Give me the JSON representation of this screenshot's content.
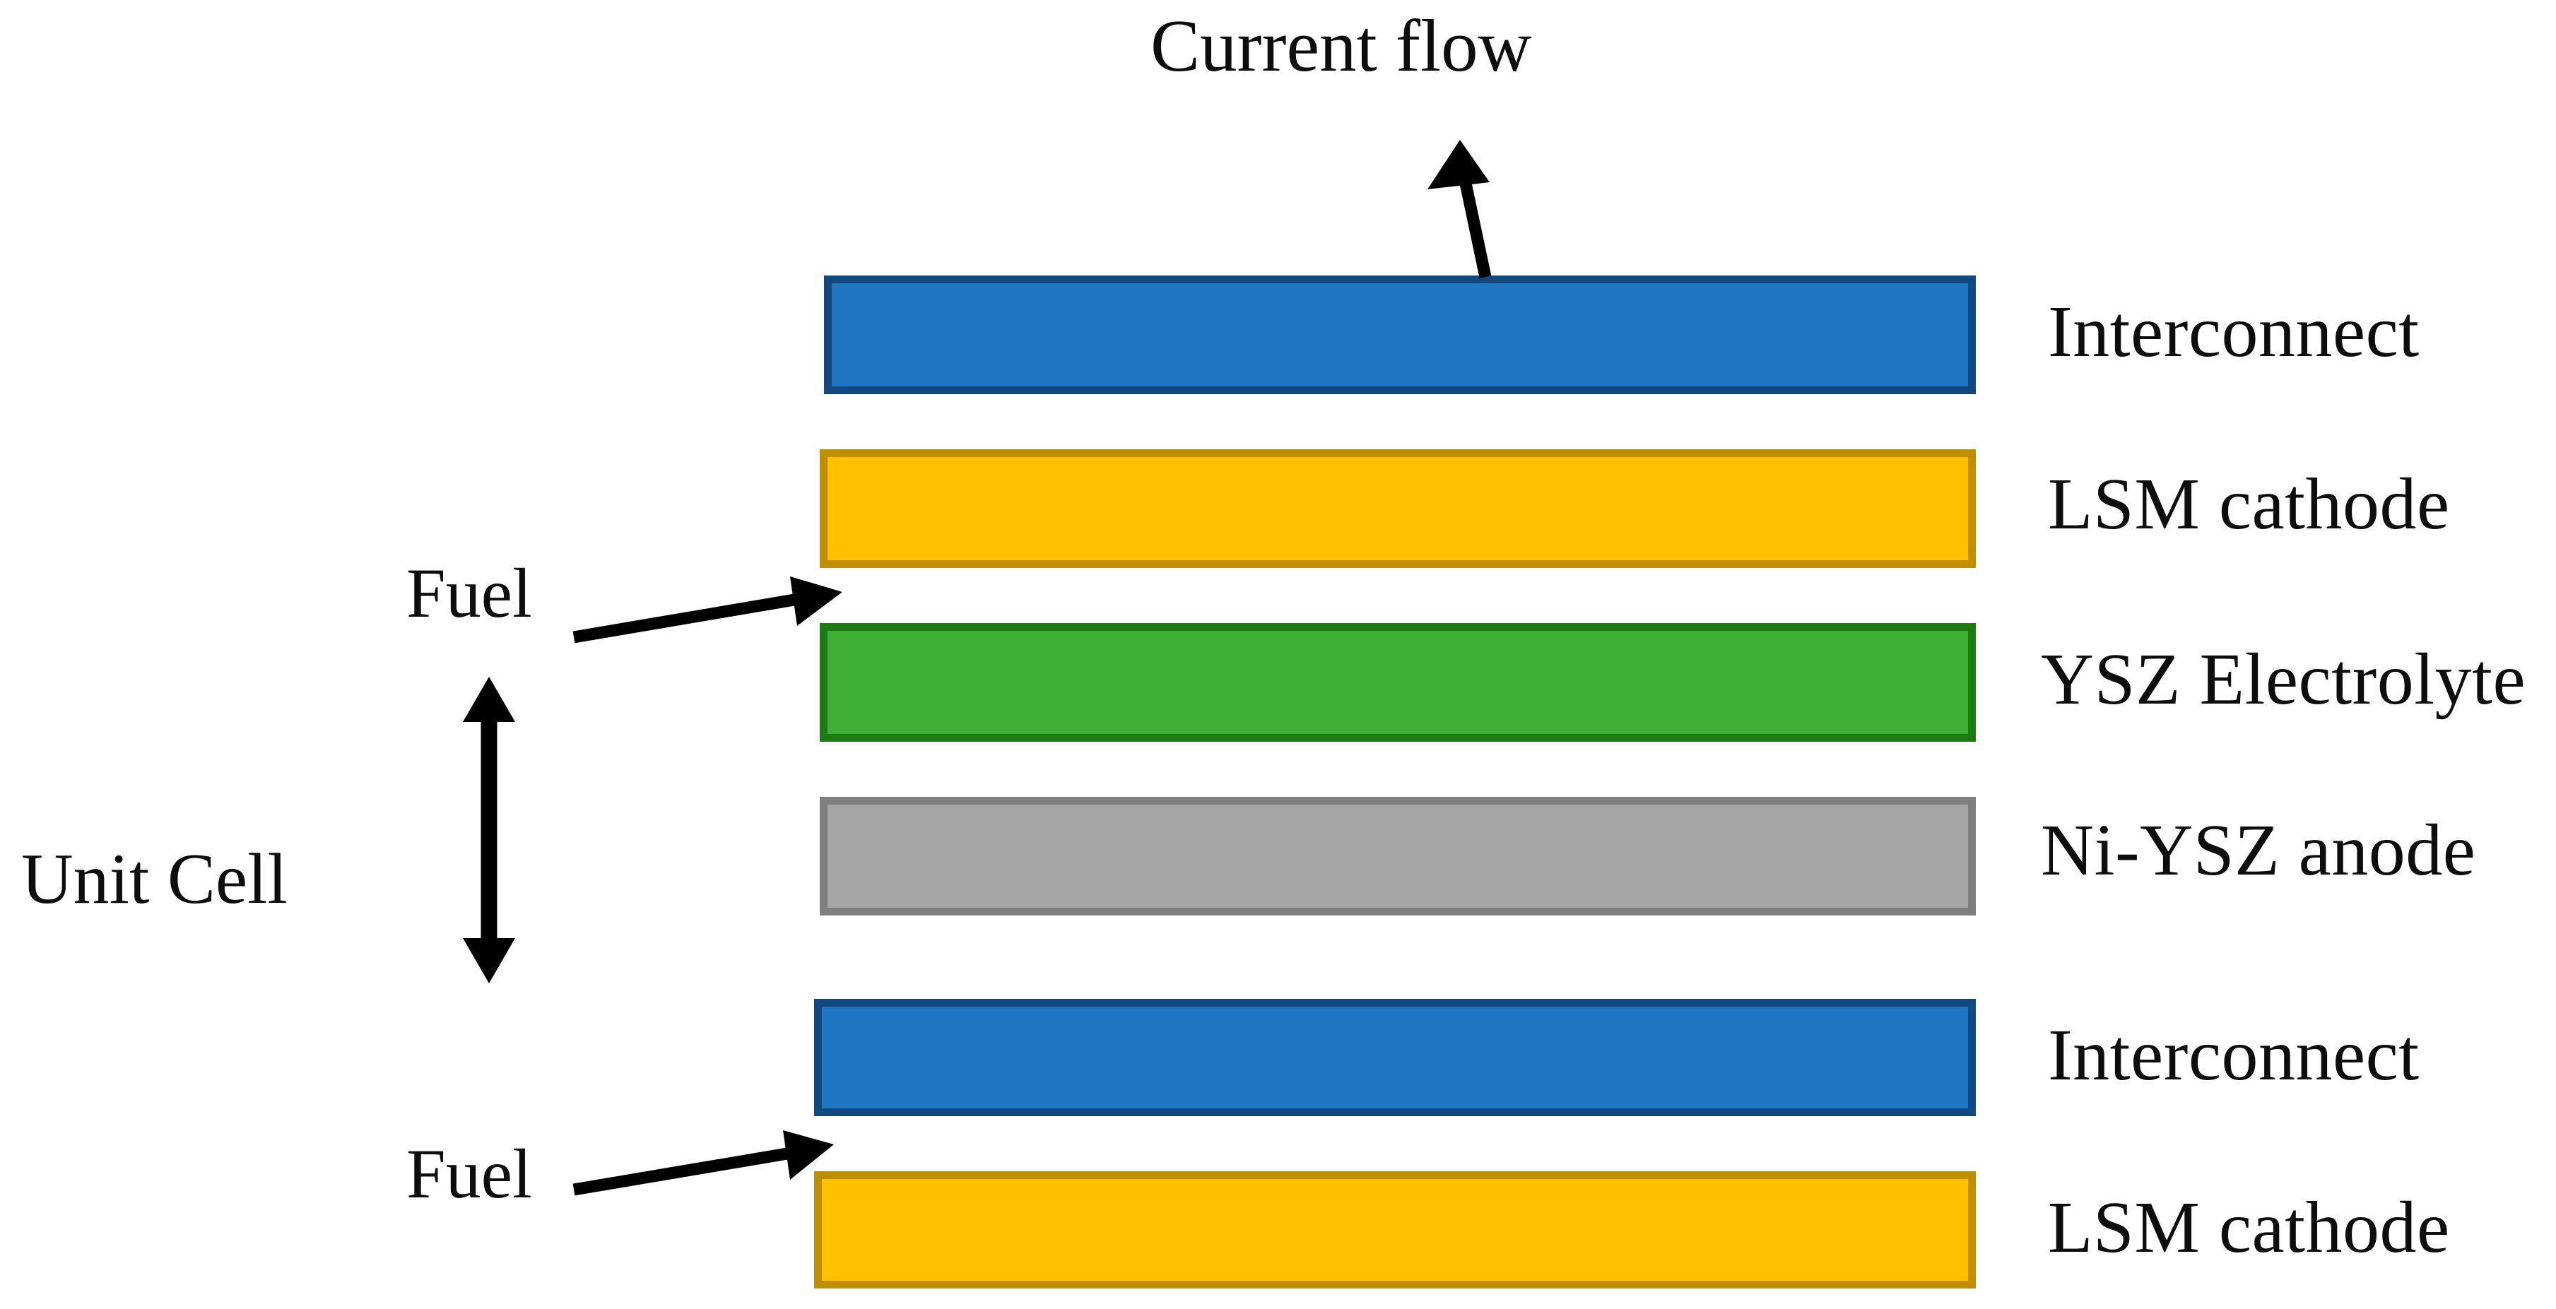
{
  "diagram": {
    "title": "Current flow",
    "unit_cell_label": "Unit Cell",
    "fuel_label_top": "Fuel",
    "fuel_label_bottom": "Fuel",
    "layers": [
      {
        "id": "interconnect-top",
        "label": "Interconnect",
        "color": "#1F77C4",
        "border_color": "#12487E"
      },
      {
        "id": "lsm-cathode-top",
        "label": "LSM cathode",
        "color": "#FFC000",
        "border_color": "#BF8F00"
      },
      {
        "id": "ysz-electrolyte",
        "label": "YSZ Electrolyte",
        "color": "#40AF36",
        "border_color": "#1E7B14"
      },
      {
        "id": "ni-ysz-anode",
        "label": "Ni-YSZ anode",
        "color": "#A6A6A6",
        "border_color": "#7F7F7F"
      },
      {
        "id": "interconnect-bot",
        "label": "Interconnect",
        "color": "#1F77C4",
        "border_color": "#12487E"
      },
      {
        "id": "lsm-cathode-bot",
        "label": "LSM cathode",
        "color": "#FFC000",
        "border_color": "#BF8F00"
      }
    ],
    "arrows": [
      {
        "id": "current-flow-arrow",
        "direction": "up",
        "meaning": "Current flow"
      },
      {
        "id": "unit-cell-extent-arrow",
        "direction": "double-vertical",
        "meaning": "Unit Cell"
      },
      {
        "id": "fuel-arrow-top",
        "direction": "right",
        "meaning": "Fuel"
      },
      {
        "id": "fuel-arrow-bottom",
        "direction": "right",
        "meaning": "Fuel"
      }
    ],
    "colors": {
      "stroke": "#000000",
      "background": "#ffffff",
      "text": "#0d0d0d"
    }
  }
}
